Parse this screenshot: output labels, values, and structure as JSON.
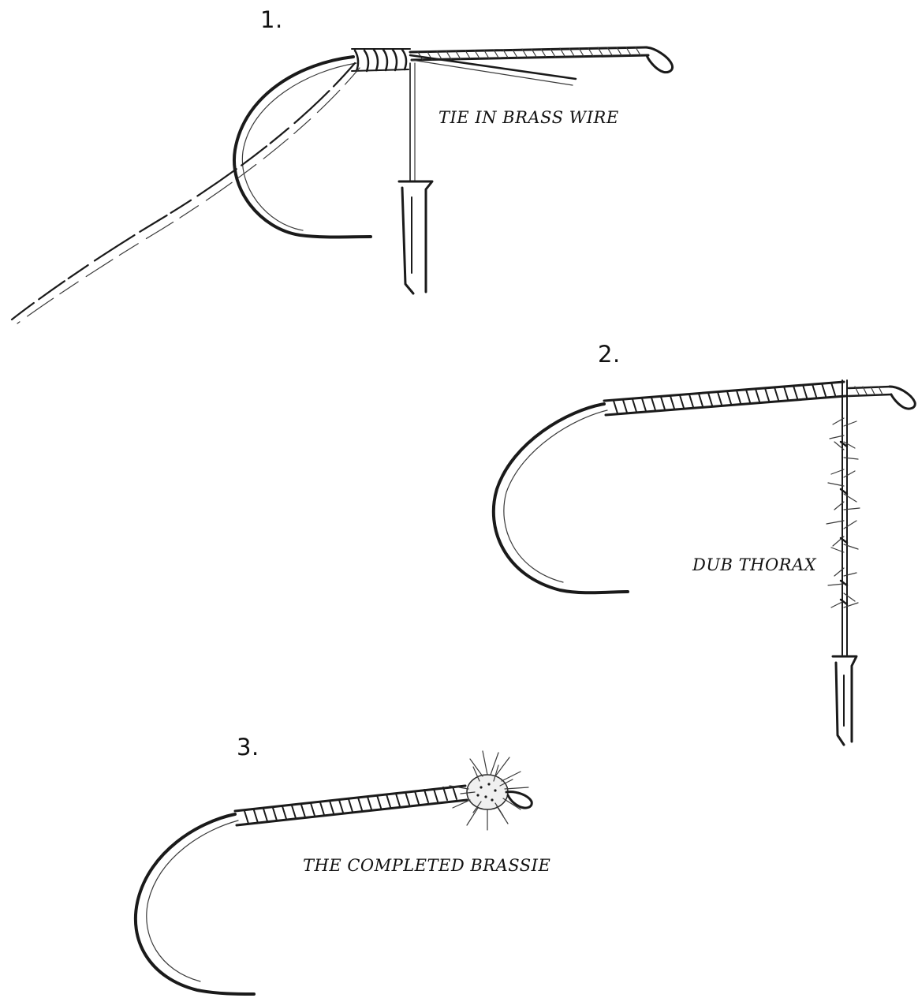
{
  "steps": [
    {
      "number": "1.",
      "caption": "TIE IN BRASS WIRE",
      "illustration_icon": "hook-with-tied-wire-icon"
    },
    {
      "number": "2.",
      "caption": "DUB THORAX",
      "illustration_icon": "hook-with-dubbing-loop-icon"
    },
    {
      "number": "3.",
      "caption": "THE COMPLETED BRASSIE",
      "illustration_icon": "completed-brassie-fly-icon"
    }
  ]
}
